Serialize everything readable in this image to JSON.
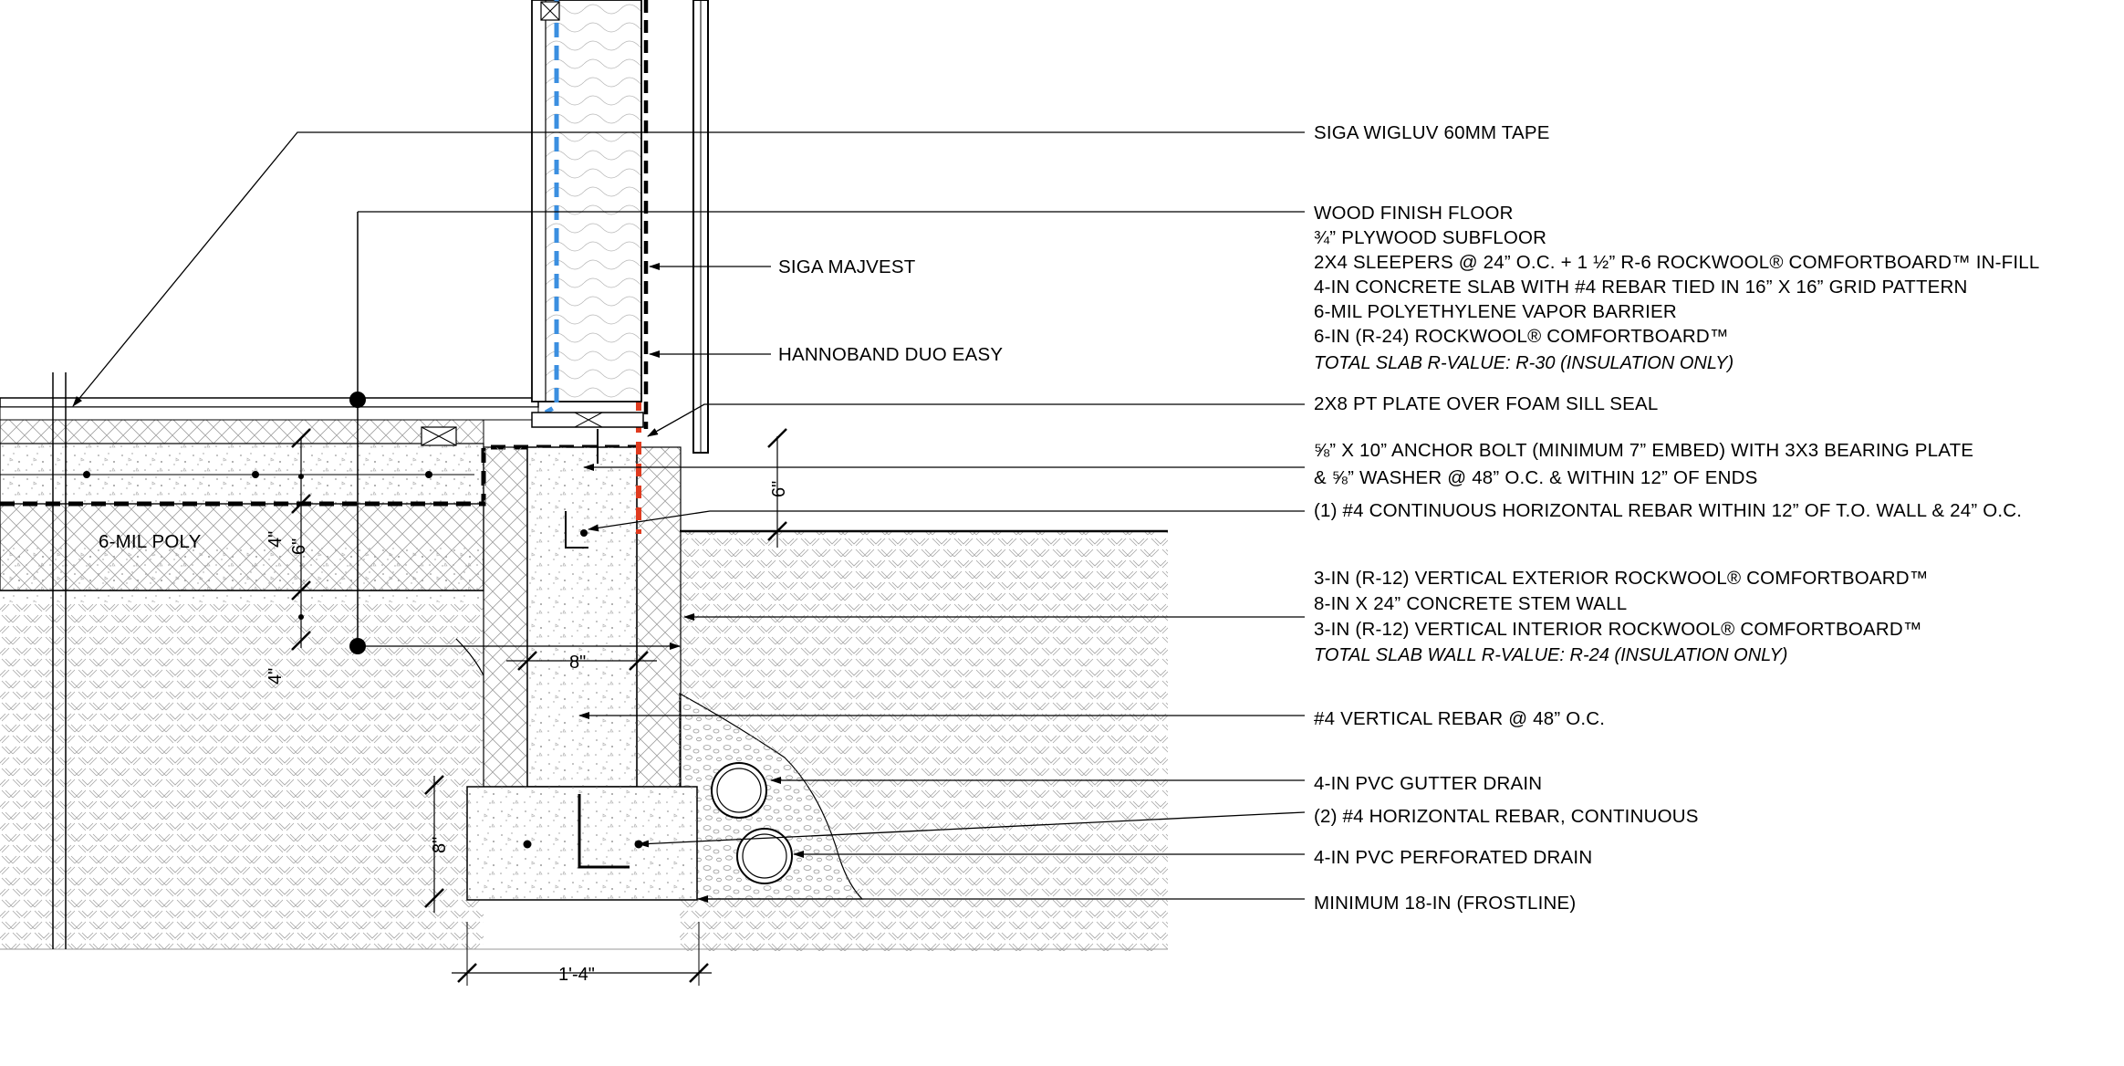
{
  "drawing": {
    "callouts_right": [
      {
        "text": "SIGA WIGLUV 60MM TAPE"
      },
      {
        "text": "WOOD FINISH FLOOR"
      },
      {
        "text": "¾” PLYWOOD SUBFLOOR"
      },
      {
        "text": "2X4 SLEEPERS @ 24” O.C. + 1 ½” R-6 ROCKWOOL® COMFORTBOARD™ IN-FILL"
      },
      {
        "text": "4-IN CONCRETE SLAB WITH #4 REBAR TIED IN 16” X 16” GRID PATTERN"
      },
      {
        "text": "6-MIL POLYETHYLENE VAPOR BARRIER"
      },
      {
        "text": "6-IN (R-24) ROCKWOOL® COMFORTBOARD™"
      },
      {
        "text": "TOTAL SLAB R-VALUE: R-30 (INSULATION ONLY)",
        "italic": true
      },
      {
        "text": "2X8 PT PLATE OVER FOAM SILL SEAL"
      },
      {
        "text": "⅝” X 10” ANCHOR BOLT (MINIMUM 7” EMBED) WITH 3X3 BEARING PLATE"
      },
      {
        "text": "& ⅝” WASHER @ 48” O.C. & WITHIN 12” OF ENDS"
      },
      {
        "text": "(1) #4 CONTINUOUS HORIZONTAL REBAR WITHIN 12” OF T.O. WALL & 24” O.C."
      },
      {
        "text": "3-IN (R-12) VERTICAL EXTERIOR ROCKWOOL® COMFORTBOARD™"
      },
      {
        "text": "8-IN X 24” CONCRETE STEM WALL"
      },
      {
        "text": "3-IN (R-12) VERTICAL INTERIOR ROCKWOOL® COMFORTBOARD™"
      },
      {
        "text": "TOTAL SLAB WALL R-VALUE: R-24 (INSULATION ONLY)",
        "italic": true
      },
      {
        "text": "#4 VERTICAL REBAR @ 48” O.C."
      },
      {
        "text": "4-IN PVC GUTTER DRAIN"
      },
      {
        "text": "(2) #4 HORIZONTAL REBAR, CONTINUOUS"
      },
      {
        "text": "4-IN PVC PERFORATED DRAIN"
      },
      {
        "text": "MINIMUM 18-IN (FROSTLINE)"
      }
    ],
    "callouts_mid": [
      {
        "text": "SIGA MAJVEST"
      },
      {
        "text": "HANNOBAND DUO EASY"
      }
    ],
    "labels": {
      "poly": "6-MIL POLY"
    },
    "dimensions": {
      "stem_width": "8\"",
      "footing_height": "8\"",
      "footing_width": "1'-4\"",
      "slab_thickness": "4\"",
      "insulation_thickness": "6\"",
      "lower_4": "4\"",
      "stem_above_grade": "6\""
    },
    "colors": {
      "ink": "#000000",
      "air_barrier_blue": "#3b8fe0",
      "tape_red": "#e03b1f",
      "hatch_gray": "#9a9a9a"
    }
  }
}
